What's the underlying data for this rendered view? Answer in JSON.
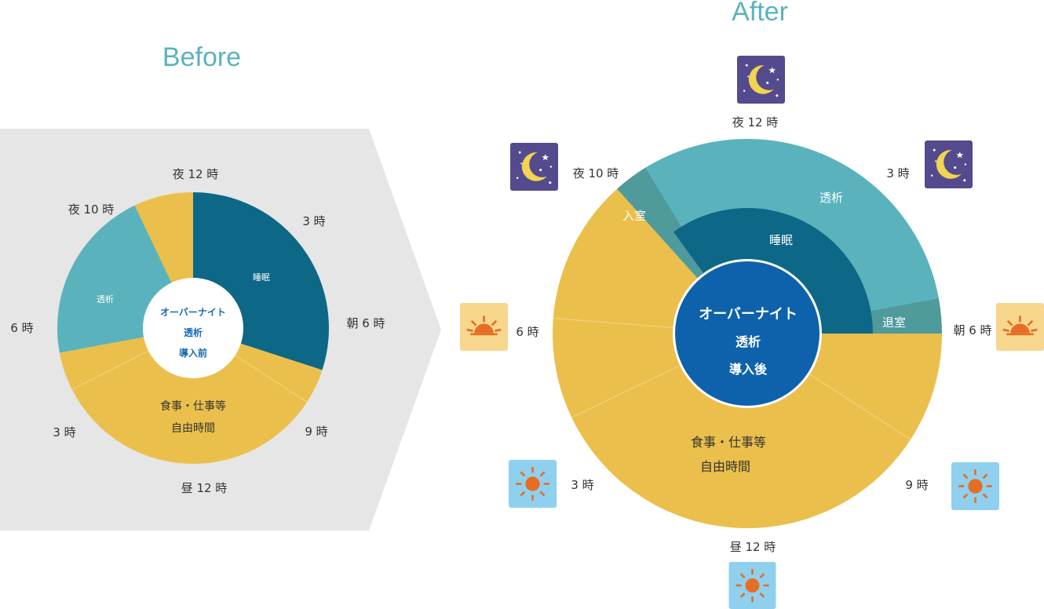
{
  "colors": {
    "bg_panel": "#e6e6e6",
    "sleep_dark": "#0d6787",
    "dialysis_teal": "#5ab3bc",
    "room_teal": "#4f9a9b",
    "free_yellow": "#ebbf4b",
    "center_before": "#ffffff",
    "center_after": "#0d62ab",
    "night_icon_bg": "#544a8e",
    "sunrise_icon_bg": "#f7d78e",
    "sun_icon_bg": "#8fd0ef",
    "sun_orange": "#e56e24",
    "moon_yellow": "#f1d44f"
  },
  "before": {
    "header": "Before",
    "times": {
      "night12": "夜 12 時",
      "t3am": "3 時",
      "morning6": "朝 6 時",
      "t9am": "9 時",
      "noon12": "昼 12 時",
      "t3pm": "3 時",
      "t6pm": "6 時",
      "night10": "夜 10 時"
    },
    "segments": {
      "sleep": "睡眠",
      "dialysis": "透析",
      "free_line1": "食事・仕事等",
      "free_line2": "自由時間"
    },
    "center": [
      "オーバーナイト",
      "透析",
      "導入前"
    ]
  },
  "after": {
    "header": "After",
    "times": {
      "night12": "夜 12 時",
      "t3am": "3 時",
      "morning6": "朝 6 時",
      "t9am": "9 時",
      "noon12": "昼 12 時",
      "t3pm": "3 時",
      "t6pm": "6 時",
      "night10": "夜 10 時"
    },
    "segments": {
      "dialysis": "透析",
      "sleep": "睡眠",
      "enter": "入室",
      "exit": "退室",
      "free_line1": "食事・仕事等",
      "free_line2": "自由時間"
    },
    "center": [
      "オーバーナイト",
      "透析",
      "導入後"
    ]
  },
  "icons": {
    "moon": "moon-stars-icon",
    "sunrise": "sunrise-icon",
    "sun": "sun-icon"
  }
}
